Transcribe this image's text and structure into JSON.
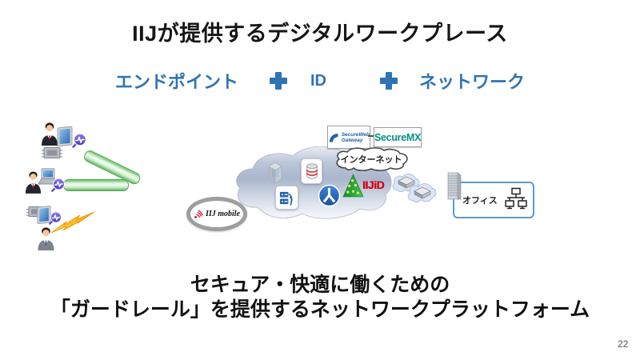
{
  "title": "IIJが提供するデジタルワークプレース",
  "formula": {
    "endpoint": "エンドポイント",
    "id": "ID",
    "network": "ネットワーク"
  },
  "diagram": {
    "internet": "インターネット",
    "secure_web_gateway_line1": "SecureWeb",
    "secure_web_gateway_line2": "Gateway",
    "secure_mx": "SecureMX",
    "iij_mobile": "IIJ mobile",
    "iij_id": "IIJiD",
    "office": "オフィス"
  },
  "message": {
    "line1": "セキュア・快適に働くための",
    "line2": "「ガードレール」を提供するネットワークプラットフォーム"
  },
  "page_number": "22",
  "colors": {
    "accent_blue": "#2E74B5",
    "secure_mx_teal": "#009283",
    "secure_gateway_blue": "#1F5FA8",
    "iij_red": "#D7000F",
    "tube_green": "#57A857",
    "platform_cloud_gray_blue": "#AAB6CC",
    "office_border": "#5B9BD5",
    "lightning_orange": "#FFC21A",
    "badge_purple": "#5546C8"
  }
}
